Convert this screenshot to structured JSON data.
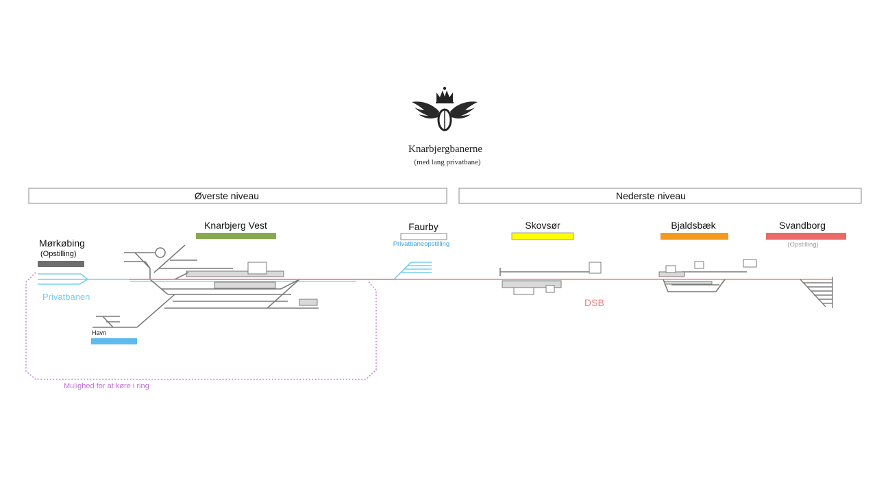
{
  "header": {
    "title": "Knarbjergbanerne",
    "subtitle": "(med lang privatbane)"
  },
  "levels": {
    "upper": "Øverste niveau",
    "lower": "Nederste niveau"
  },
  "stations": {
    "morkobing": {
      "name": "Mørkøbing",
      "note": "(Opstilling)",
      "color": "#6e6e6e"
    },
    "knarbjerg_vest": {
      "name": "Knarbjerg Vest",
      "color": "#86aa4f"
    },
    "faurby": {
      "name": "Faurby",
      "note": "Privatbaneopstilling",
      "color": "#ffffff"
    },
    "skovsor": {
      "name": "Skovsør",
      "color": "#ffff00"
    },
    "bjaldsbaek": {
      "name": "Bjaldsbæk",
      "color": "#f49a1e"
    },
    "svandborg": {
      "name": "Svandborg",
      "note": "(Opstilling)",
      "color": "#ec6969"
    },
    "havn": {
      "name": "Havn",
      "color": "#5fb9ec"
    }
  },
  "lines": {
    "private": {
      "label": "Privatbanen",
      "color": "#79cdf0"
    },
    "dsb": {
      "label": "DSB",
      "color": "#ef7f7f"
    },
    "ring": {
      "label": "Mulighed for at køre i ring",
      "color": "#d27ee0"
    }
  },
  "colors": {
    "track": "#7a7a7a",
    "platform": "#d9d9d9",
    "faurby_note": "#3aa6e0",
    "svandborg_note": "#a0a0a0"
  },
  "icons": {
    "logo": "crowned-winged-wheel-icon"
  }
}
